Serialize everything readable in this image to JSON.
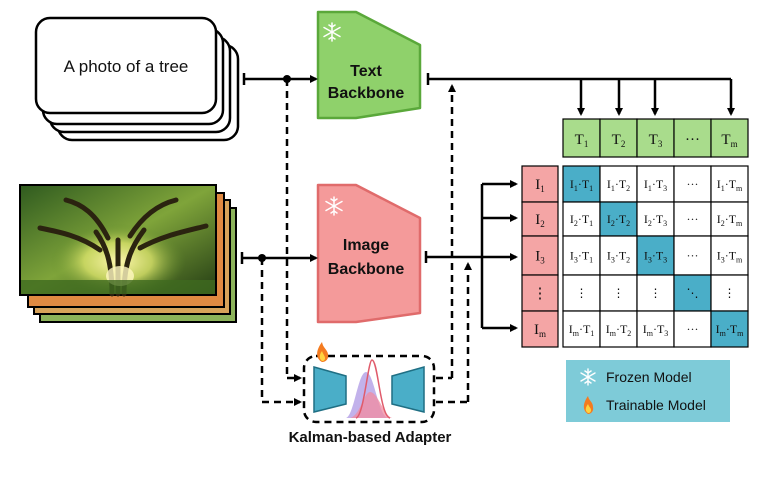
{
  "text_card": {
    "label": "A photo of a tree"
  },
  "text_backbone": {
    "line1": "Text",
    "line2": "Backbone",
    "color": "#8fd16b",
    "stroke": "#5aa83a"
  },
  "image_backbone": {
    "line1": "Image",
    "line2": "Backbone",
    "color": "#f49a9a",
    "stroke": "#e06b6b"
  },
  "adapter": {
    "label": "Kalman-based Adapter",
    "block_color": "#4aaec8"
  },
  "text_features": [
    {
      "base": "T",
      "sub": "1"
    },
    {
      "base": "T",
      "sub": "2"
    },
    {
      "base": "T",
      "sub": "3"
    },
    {
      "base": "···",
      "sub": ""
    },
    {
      "base": "T",
      "sub": "m"
    }
  ],
  "image_features": [
    {
      "base": "I",
      "sub": "1"
    },
    {
      "base": "I",
      "sub": "2"
    },
    {
      "base": "I",
      "sub": "3"
    },
    {
      "base": "⋮",
      "sub": ""
    },
    {
      "base": "I",
      "sub": "m"
    }
  ],
  "legend": {
    "frozen": "Frozen Model",
    "trainable": "Trainable Model",
    "bg": "#7ecbd8"
  },
  "colors": {
    "text_header": "#a9dc8c",
    "image_header": "#f4a5a5",
    "diag_cell": "#4aaec8"
  },
  "icons": {
    "frozen": "snowflake-icon",
    "trainable": "fire-icon"
  }
}
